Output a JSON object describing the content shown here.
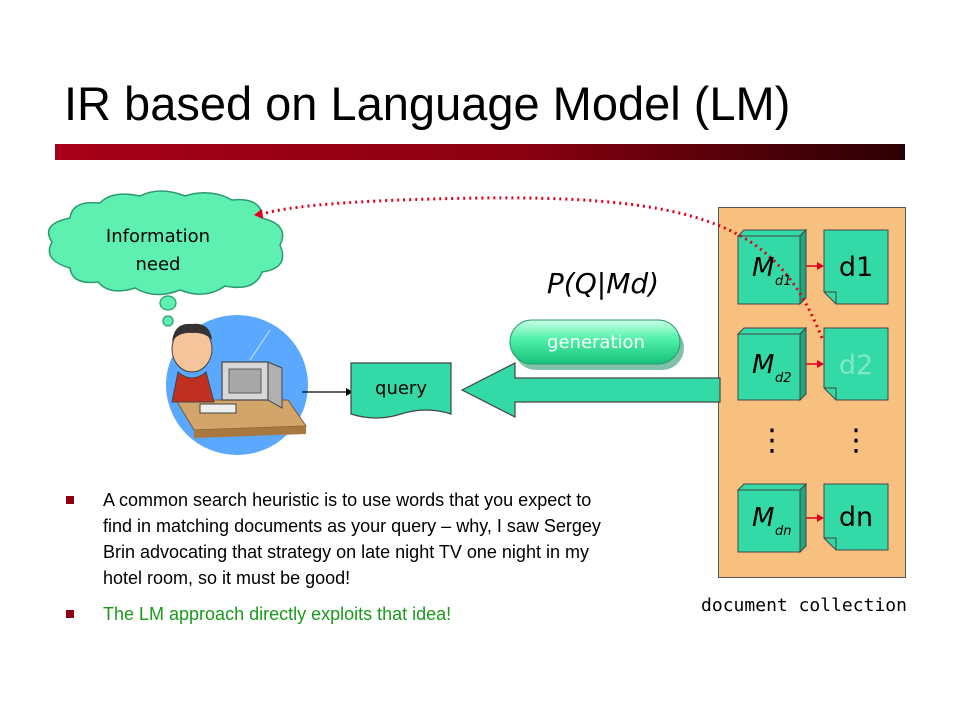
{
  "title": "IR based on Language Model (LM)",
  "cloud_text": [
    "Information",
    "need"
  ],
  "query_label": "query",
  "generation_label": "generation",
  "formula": "P(Q|Md)",
  "documents": [
    {
      "model_main": "M",
      "model_sub": "d1",
      "doc": "d1",
      "highlighted": false
    },
    {
      "model_main": "M",
      "model_sub": "d2",
      "doc": "d2",
      "highlighted": true
    },
    {
      "model_main": "M",
      "model_sub": "dn",
      "doc": "dn",
      "highlighted": false
    }
  ],
  "ellipsis": "⋮",
  "collection_label": "document collection",
  "bullets": [
    {
      "text": "A common search heuristic is to use words that you expect to find in matching documents as your query – why, I saw Sergey Brin advocating that strategy on late night TV one night in my hotel room, so it must be good!",
      "highlight": false
    },
    {
      "text": "The LM approach directly exploits that idea!",
      "highlight": true
    }
  ],
  "colors": {
    "doc_green": "#33d9a6",
    "collection_bg": "#f8c07e",
    "cloud_green": "#5df0b0",
    "accent_red": "#a8001a",
    "dotted_red": "#e0001a",
    "bullet_green": "#1a9a1a"
  },
  "icons": [
    "thought-cloud-icon",
    "person-at-computer-icon",
    "model-cube-icon",
    "document-icon"
  ]
}
